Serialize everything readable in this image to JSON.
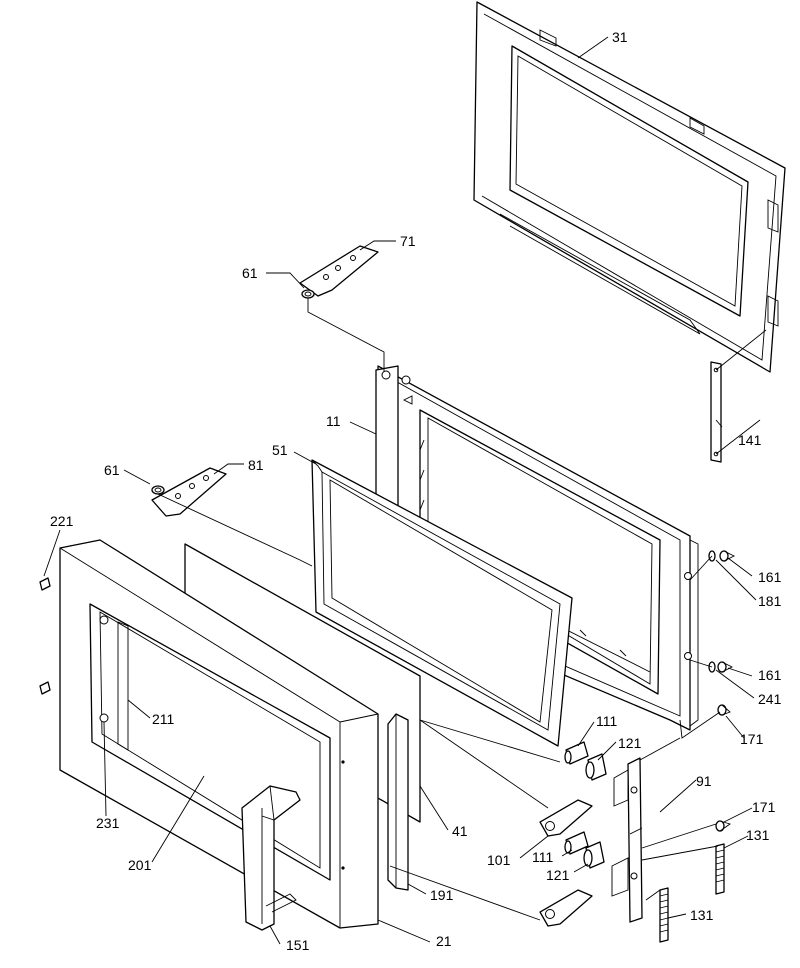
{
  "callouts": {
    "c31": "31",
    "c71": "71",
    "c61a": "61",
    "c11": "11",
    "c141": "141",
    "c51": "51",
    "c61b": "61",
    "c81": "81",
    "c221": "221",
    "c161a": "161",
    "c181": "181",
    "c161b": "161",
    "c241": "241",
    "c211": "211",
    "c111a": "111",
    "c121a": "121",
    "c171a": "171",
    "c91": "91",
    "c231": "231",
    "c41": "41",
    "c101": "101",
    "c111b": "111",
    "c171b": "171",
    "c131a": "131",
    "c201": "201",
    "c121b": "121",
    "c191": "191",
    "c131b": "131",
    "c151": "151",
    "c21": "21"
  }
}
